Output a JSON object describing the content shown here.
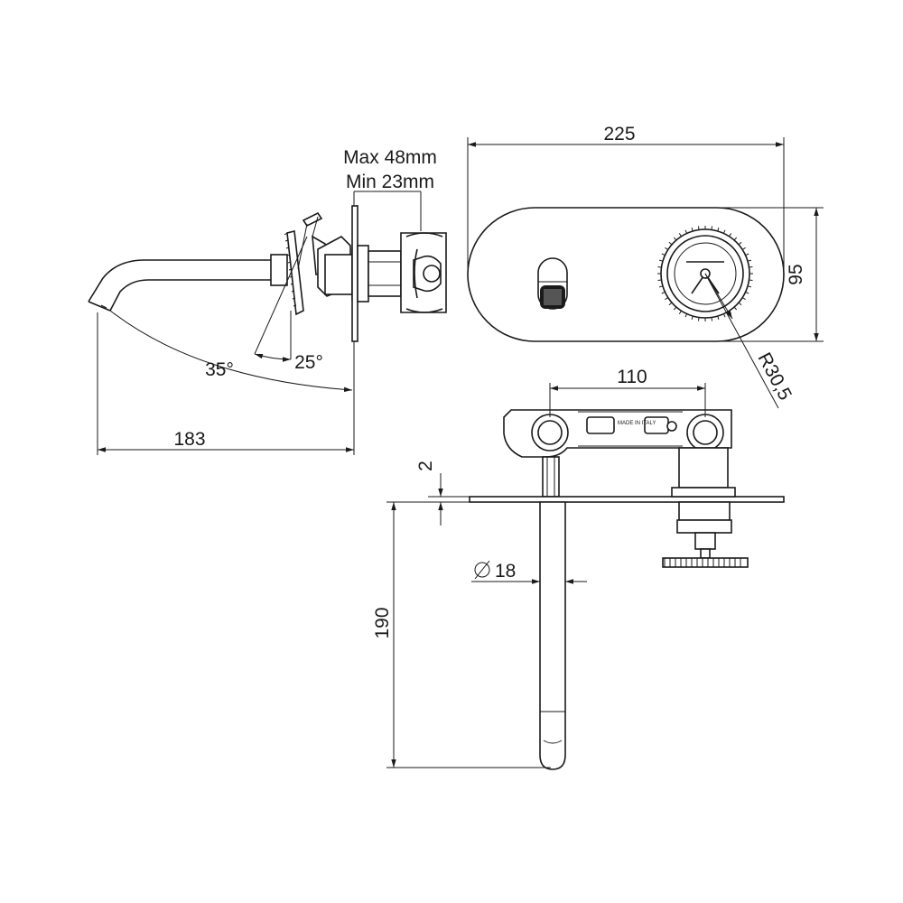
{
  "dimensions": {
    "max_wall": "Max 48mm",
    "min_wall": "Min 23mm",
    "angle_35": "35°",
    "angle_25": "25°",
    "spout_reach": "183",
    "plate_width": "225",
    "plate_height": "95",
    "handle_radius": "R30,5",
    "valve_spacing": "110",
    "plate_thickness": "2",
    "spout_diameter": "18",
    "spout_length": "190"
  },
  "body_marking": "MADE IN ITALY",
  "colors": {
    "line": "#1a1a1a",
    "background": "#ffffff"
  }
}
